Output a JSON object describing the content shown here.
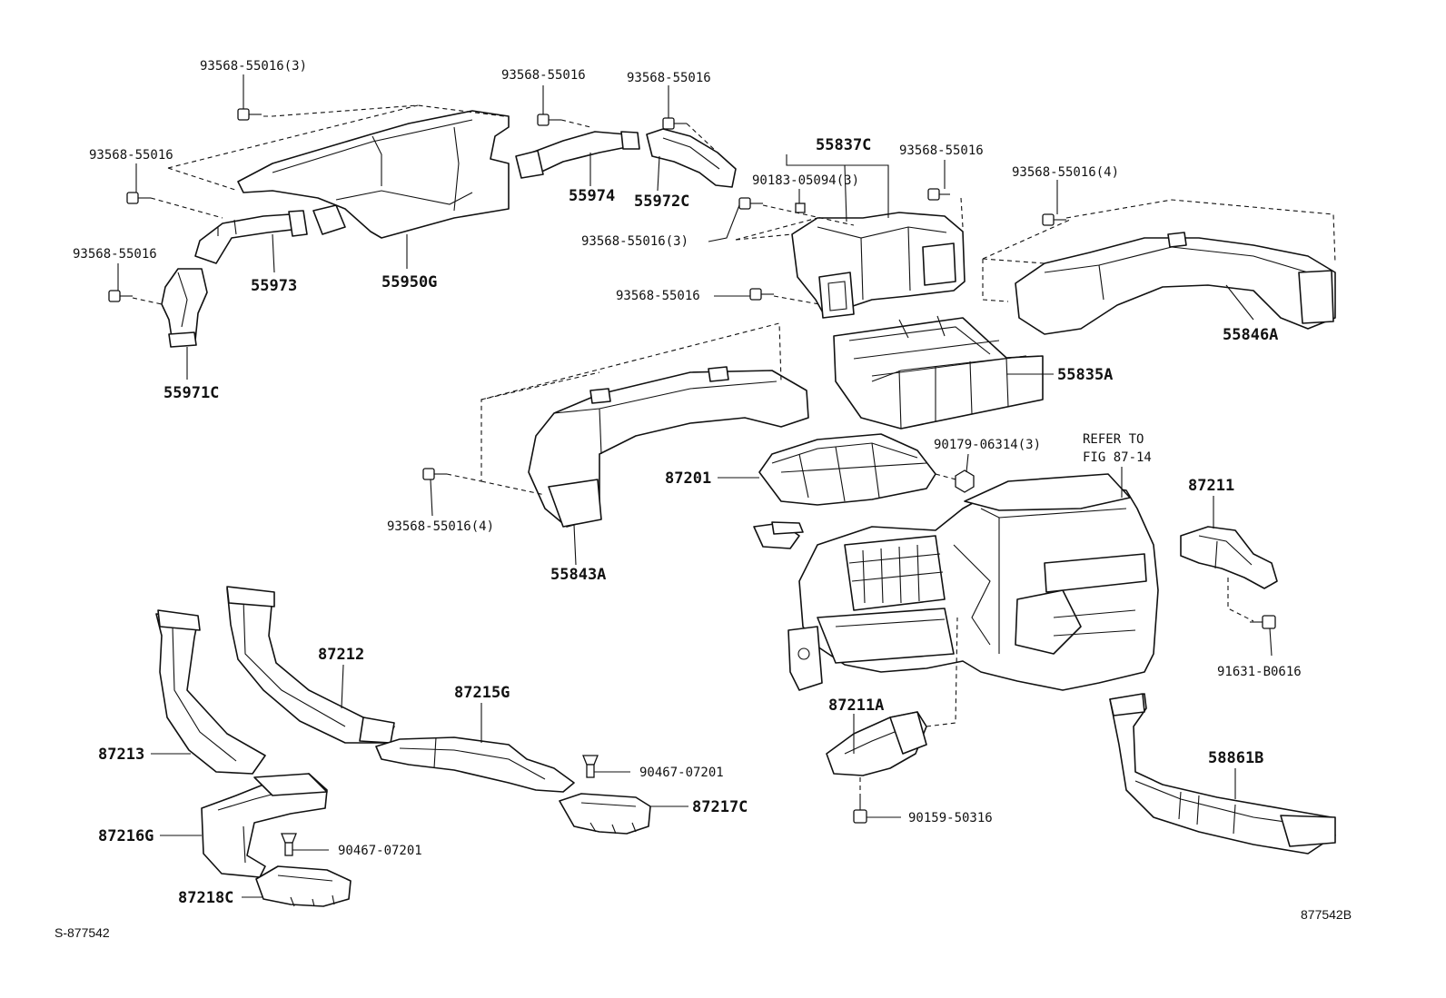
{
  "callouts": {
    "b93568_3_top": "93568-55016(3)",
    "b93568_top_mid": "93568-55016",
    "b93568_top_right": "93568-55016",
    "b93568_left_upper": "93568-55016",
    "b93568_left_lower": "93568-55016",
    "b93568_55837c": "93568-55016",
    "b93568_4_right": "93568-55016(4)",
    "b90183": "90183-05094(3)",
    "b93568_3_mid": "93568-55016(3)",
    "b93568_center": "93568-55016",
    "b93568_4_lower": "93568-55016(4)",
    "b90179": "90179-06314(3)",
    "refer_to_1": "REFER TO",
    "refer_to_2": "FIG 87-14",
    "b91631": "91631-B0616",
    "b90467_a": "90467-07201",
    "b90467_b": "90467-07201",
    "b90159": "90159-50316"
  },
  "parts": {
    "p55973": "55973",
    "p55950g": "55950G",
    "p55974": "55974",
    "p55972c": "55972C",
    "p55971c": "55971C",
    "p55837c": "55837C",
    "p55846a": "55846A",
    "p55835a": "55835A",
    "p55843a": "55843A",
    "p87201": "87201",
    "p87211": "87211",
    "p87212": "87212",
    "p87213": "87213",
    "p87215g": "87215G",
    "p87216g": "87216G",
    "p87217c": "87217C",
    "p87218c": "87218C",
    "p87211a": "87211A",
    "p58861b": "58861B"
  },
  "footer": {
    "left_code": "S-877542",
    "right_code": "877542B"
  }
}
